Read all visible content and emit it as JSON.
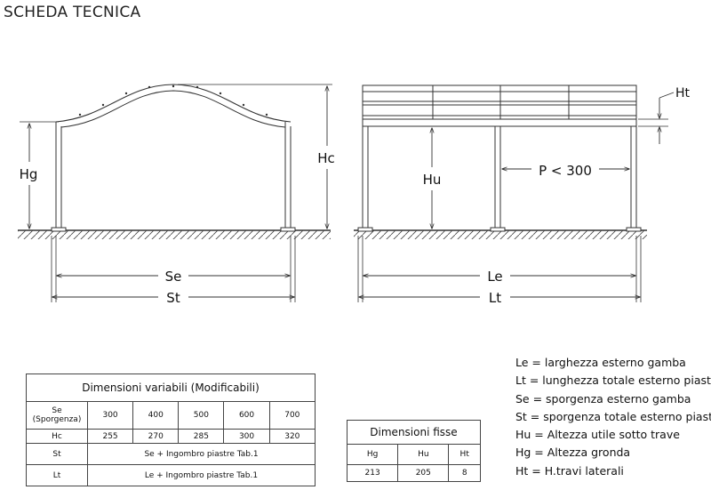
{
  "page": {
    "title": "SCHEDA TECNICA"
  },
  "drawing": {
    "labels": {
      "hg": "Hg",
      "hc": "Hc",
      "se": "Se",
      "st": "St",
      "hu": "Hu",
      "ht": "Ht",
      "p": "P < 300",
      "le": "Le",
      "lt": "Lt"
    }
  },
  "variable_table": {
    "caption": "Dimensioni variabili (Modificabili)",
    "rows": [
      {
        "label": "Se (Sporgenza)",
        "values": [
          "300",
          "400",
          "500",
          "600",
          "700"
        ]
      },
      {
        "label": "Hc",
        "values": [
          "255",
          "270",
          "285",
          "300",
          "320"
        ]
      },
      {
        "label": "St",
        "text": "Se + Ingombro piastre Tab.1"
      },
      {
        "label": "Lt",
        "text": "Le + Ingombro piastre Tab.1"
      }
    ]
  },
  "fixed_table": {
    "caption": "Dimensioni fisse",
    "headers": [
      "Hg",
      "Hu",
      "Ht"
    ],
    "values": [
      "213",
      "205",
      "8"
    ]
  },
  "legend": [
    "Le = larghezza esterno gamba",
    "Lt = lunghezza totale esterno piastre",
    "Se = sporgenza esterno gamba",
    "St = sporgenza totale esterno piastre",
    "Hu = Altezza utile sotto trave",
    "Hg = Altezza gronda",
    "Ht = H.travi laterali"
  ]
}
